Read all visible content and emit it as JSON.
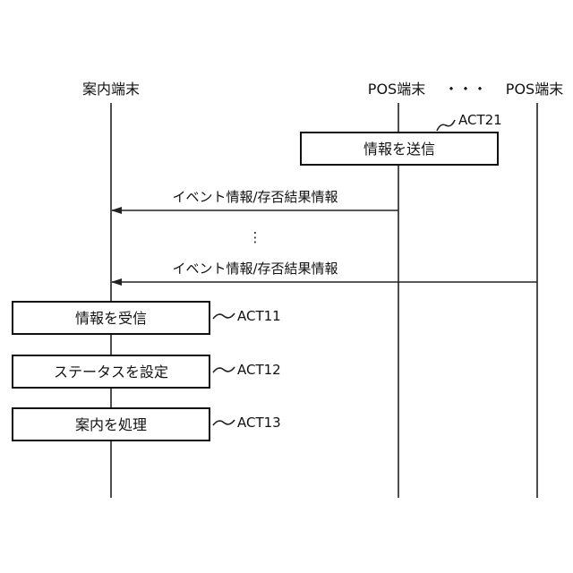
{
  "lifelines": {
    "guide_terminal": "案内端末",
    "pos_terminal_1": "POS端末",
    "ellipsis": "・・・",
    "pos_terminal_2": "POS端末"
  },
  "pos_steps": [
    {
      "label": "情報を送信",
      "act": "ACT21"
    }
  ],
  "messages": [
    {
      "label": "イベント情報/存否結果情報"
    },
    {
      "label": "イベント情報/存否結果情報"
    }
  ],
  "message_gap": "⋮",
  "guide_steps": [
    {
      "label": "情報を受信",
      "act": "ACT11"
    },
    {
      "label": "ステータスを設定",
      "act": "ACT12"
    },
    {
      "label": "案内を処理",
      "act": "ACT13"
    }
  ]
}
